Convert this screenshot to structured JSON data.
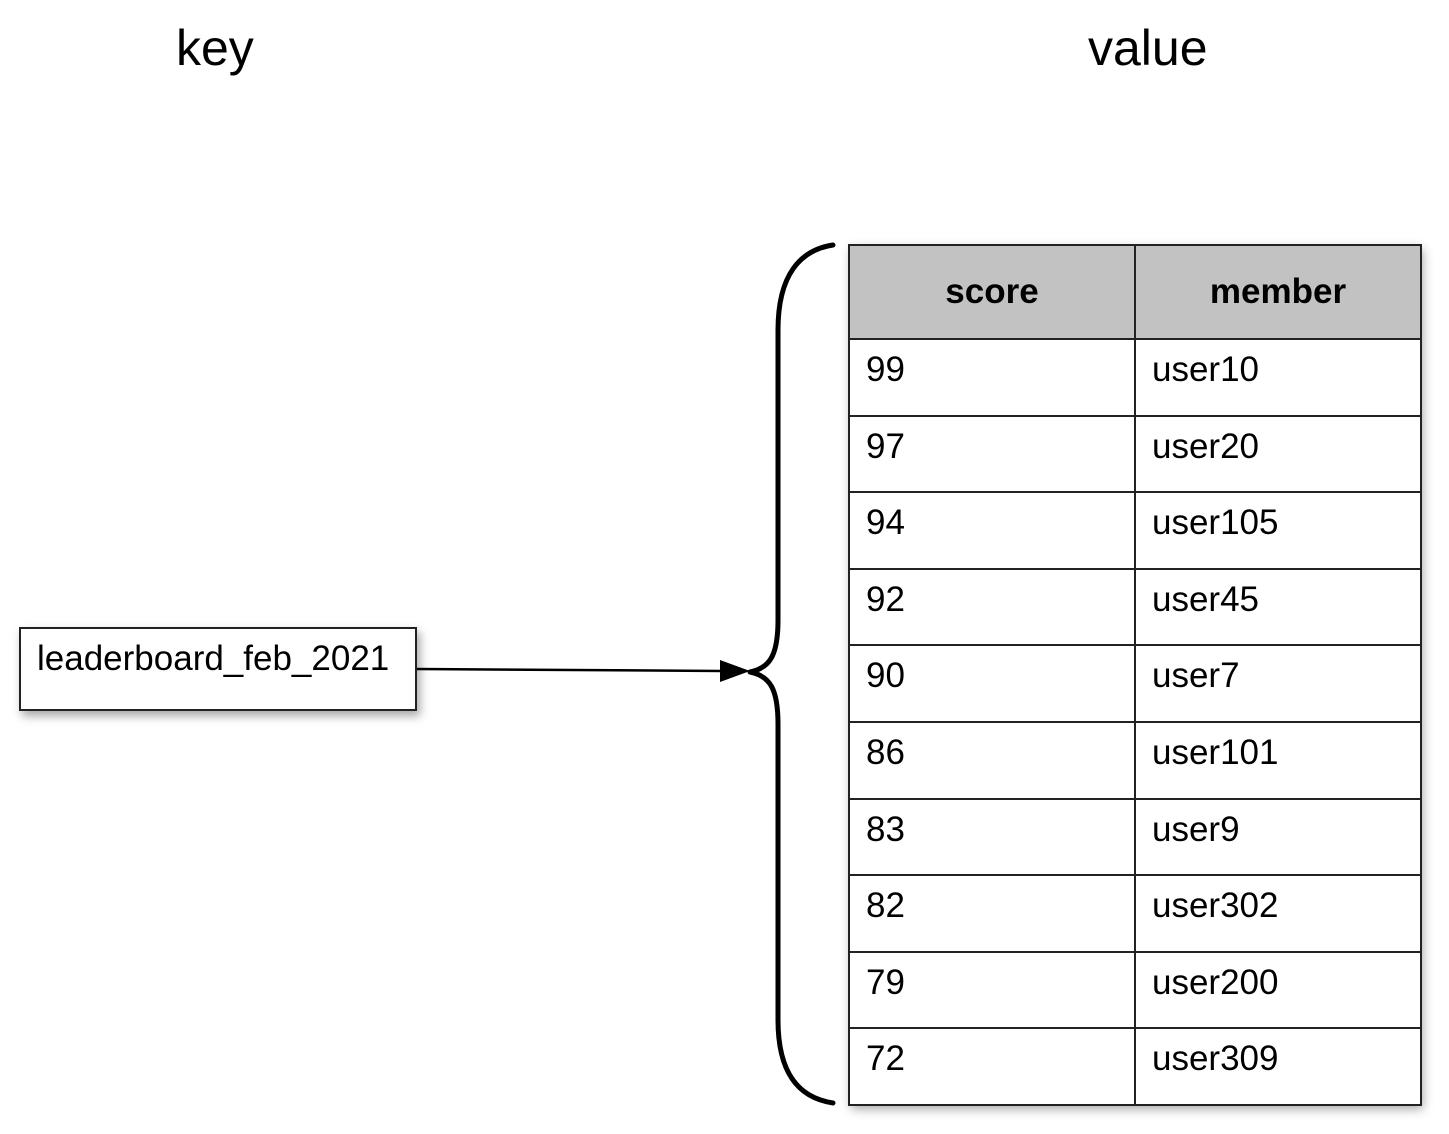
{
  "headings": {
    "key": "key",
    "value": "value"
  },
  "key_box": {
    "label": "leaderboard_feb_2021"
  },
  "table": {
    "columns": [
      "score",
      "member"
    ],
    "rows": [
      {
        "score": "99",
        "member": "user10"
      },
      {
        "score": "97",
        "member": "user20"
      },
      {
        "score": "94",
        "member": "user105"
      },
      {
        "score": "92",
        "member": "user45"
      },
      {
        "score": "90",
        "member": "user7"
      },
      {
        "score": "86",
        "member": "user101"
      },
      {
        "score": "83",
        "member": "user9"
      },
      {
        "score": "82",
        "member": "user302"
      },
      {
        "score": "79",
        "member": "user200"
      },
      {
        "score": "72",
        "member": "user309"
      }
    ]
  },
  "colors": {
    "header_fill": "#c2c2c2",
    "border": "#222222",
    "background": "#ffffff"
  }
}
